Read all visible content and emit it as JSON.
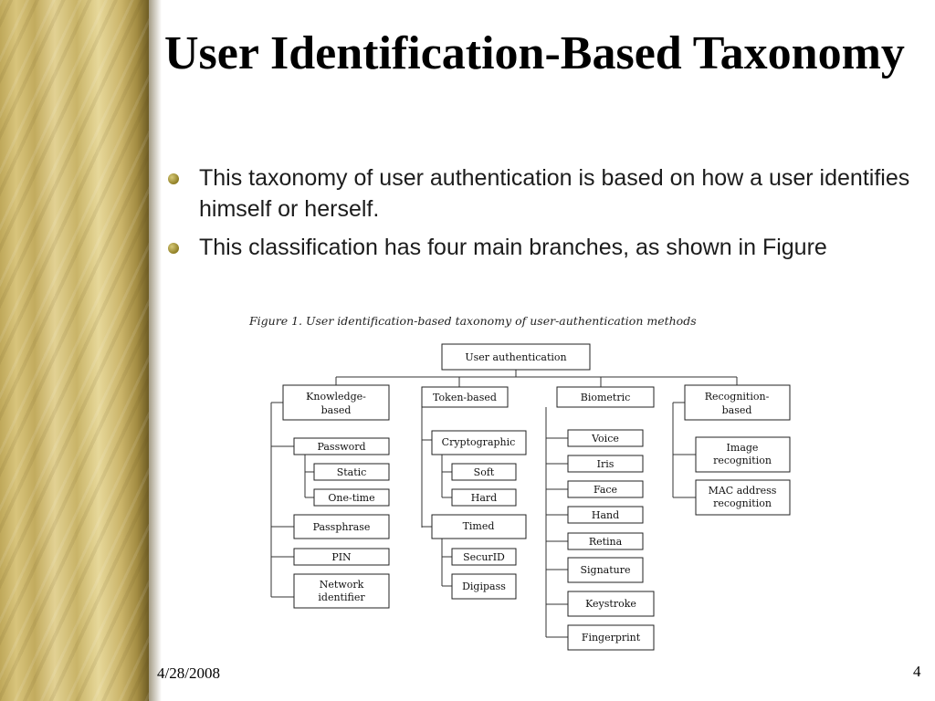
{
  "slide": {
    "title": "User Identification-Based Taxonomy",
    "bullets": [
      "This taxonomy of user authentication is based on how a user identifies himself or herself.",
      "This classification has four main branches, as shown in Figure"
    ]
  },
  "figure": {
    "caption": "Figure 1. User identification-based taxonomy of user-authentication methods",
    "root": "User authentication",
    "branches": {
      "knowledge": {
        "label": [
          "Knowledge-",
          "based"
        ],
        "password": "Password",
        "static": "Static",
        "one_time": "One-time",
        "passphrase": "Passphrase",
        "pin": "PIN",
        "network": [
          "Network",
          "identifier"
        ]
      },
      "token": {
        "label": "Token-based",
        "cryptographic": "Cryptographic",
        "soft": "Soft",
        "hard": "Hard",
        "timed": "Timed",
        "securid": "SecurID",
        "digipass": "Digipass"
      },
      "biometric": {
        "label": "Biometric",
        "voice": "Voice",
        "iris": "Iris",
        "face": "Face",
        "hand": "Hand",
        "retina": "Retina",
        "signature": "Signature",
        "keystroke": "Keystroke",
        "fingerprint": "Fingerprint"
      },
      "recognition": {
        "label": [
          "Recognition-",
          "based"
        ],
        "image": [
          "Image",
          "recognition"
        ],
        "mac": [
          "MAC address",
          "recognition"
        ]
      }
    }
  },
  "footer": {
    "date": "4/28/2008",
    "page": "4"
  },
  "colors": {
    "band": "#c9b468",
    "bullet": "#a8952f",
    "text": "#1c1c1c"
  }
}
